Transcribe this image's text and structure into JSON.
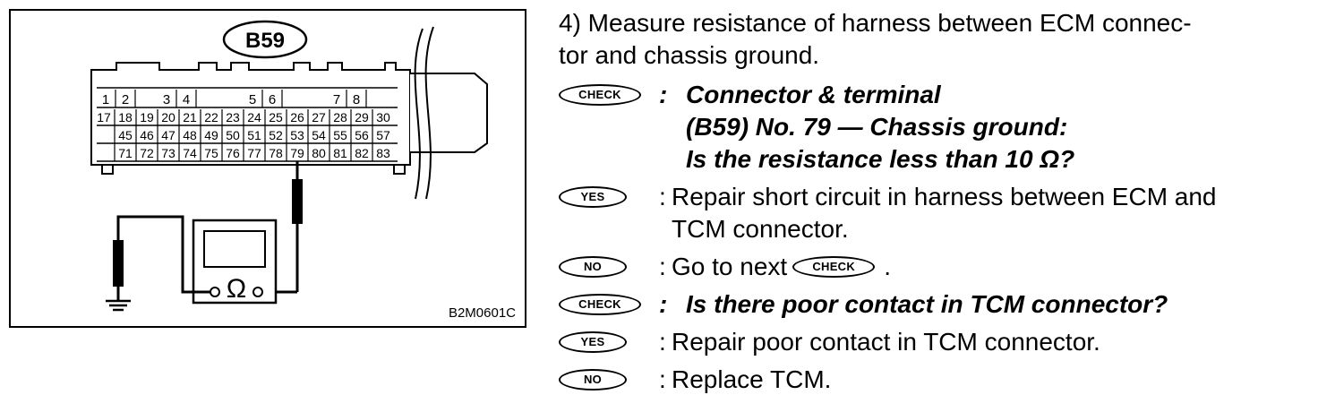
{
  "figure": {
    "connector_label": "B59",
    "code": "B2M0601C",
    "meter_symbol": "Ω",
    "pin_rows": {
      "row1": [
        "1",
        "2",
        "3",
        "4",
        "5",
        "6",
        "7",
        "8"
      ],
      "row2": [
        "17",
        "18",
        "19",
        "20",
        "21",
        "22",
        "23",
        "24",
        "25",
        "26",
        "27",
        "28",
        "29",
        "30"
      ],
      "row3": [
        "45",
        "46",
        "47",
        "48",
        "49",
        "50",
        "51",
        "52",
        "53",
        "54",
        "55",
        "56",
        "57"
      ],
      "row4": [
        "71",
        "72",
        "73",
        "74",
        "75",
        "76",
        "77",
        "78",
        "79",
        "80",
        "81",
        "82",
        "83"
      ]
    }
  },
  "steps": {
    "step4_line1": "4) Measure resistance of harness between ECM connec-",
    "step4_line2": "tor and chassis ground.",
    "check1": {
      "badge": "CHECK",
      "colon": ":",
      "line1": "Connector & terminal",
      "line2": "(B59) No. 79 — Chassis ground:",
      "line3": "Is the resistance less than 10 Ω?"
    },
    "yes1": {
      "badge": "YES",
      "colon": ":",
      "line1": "Repair short circuit in harness between ECM and",
      "line2": "TCM connector."
    },
    "no1": {
      "badge": "NO",
      "colon": ":",
      "text": "Go to next",
      "inline_badge": "CHECK",
      "end": "."
    },
    "check2": {
      "badge": "CHECK",
      "colon": ":",
      "text": "Is there poor contact in TCM connector?"
    },
    "yes2": {
      "badge": "YES",
      "colon": ":",
      "text": "Repair poor contact in TCM connector."
    },
    "no2": {
      "badge": "NO",
      "colon": ":",
      "text": "Replace TCM."
    }
  }
}
